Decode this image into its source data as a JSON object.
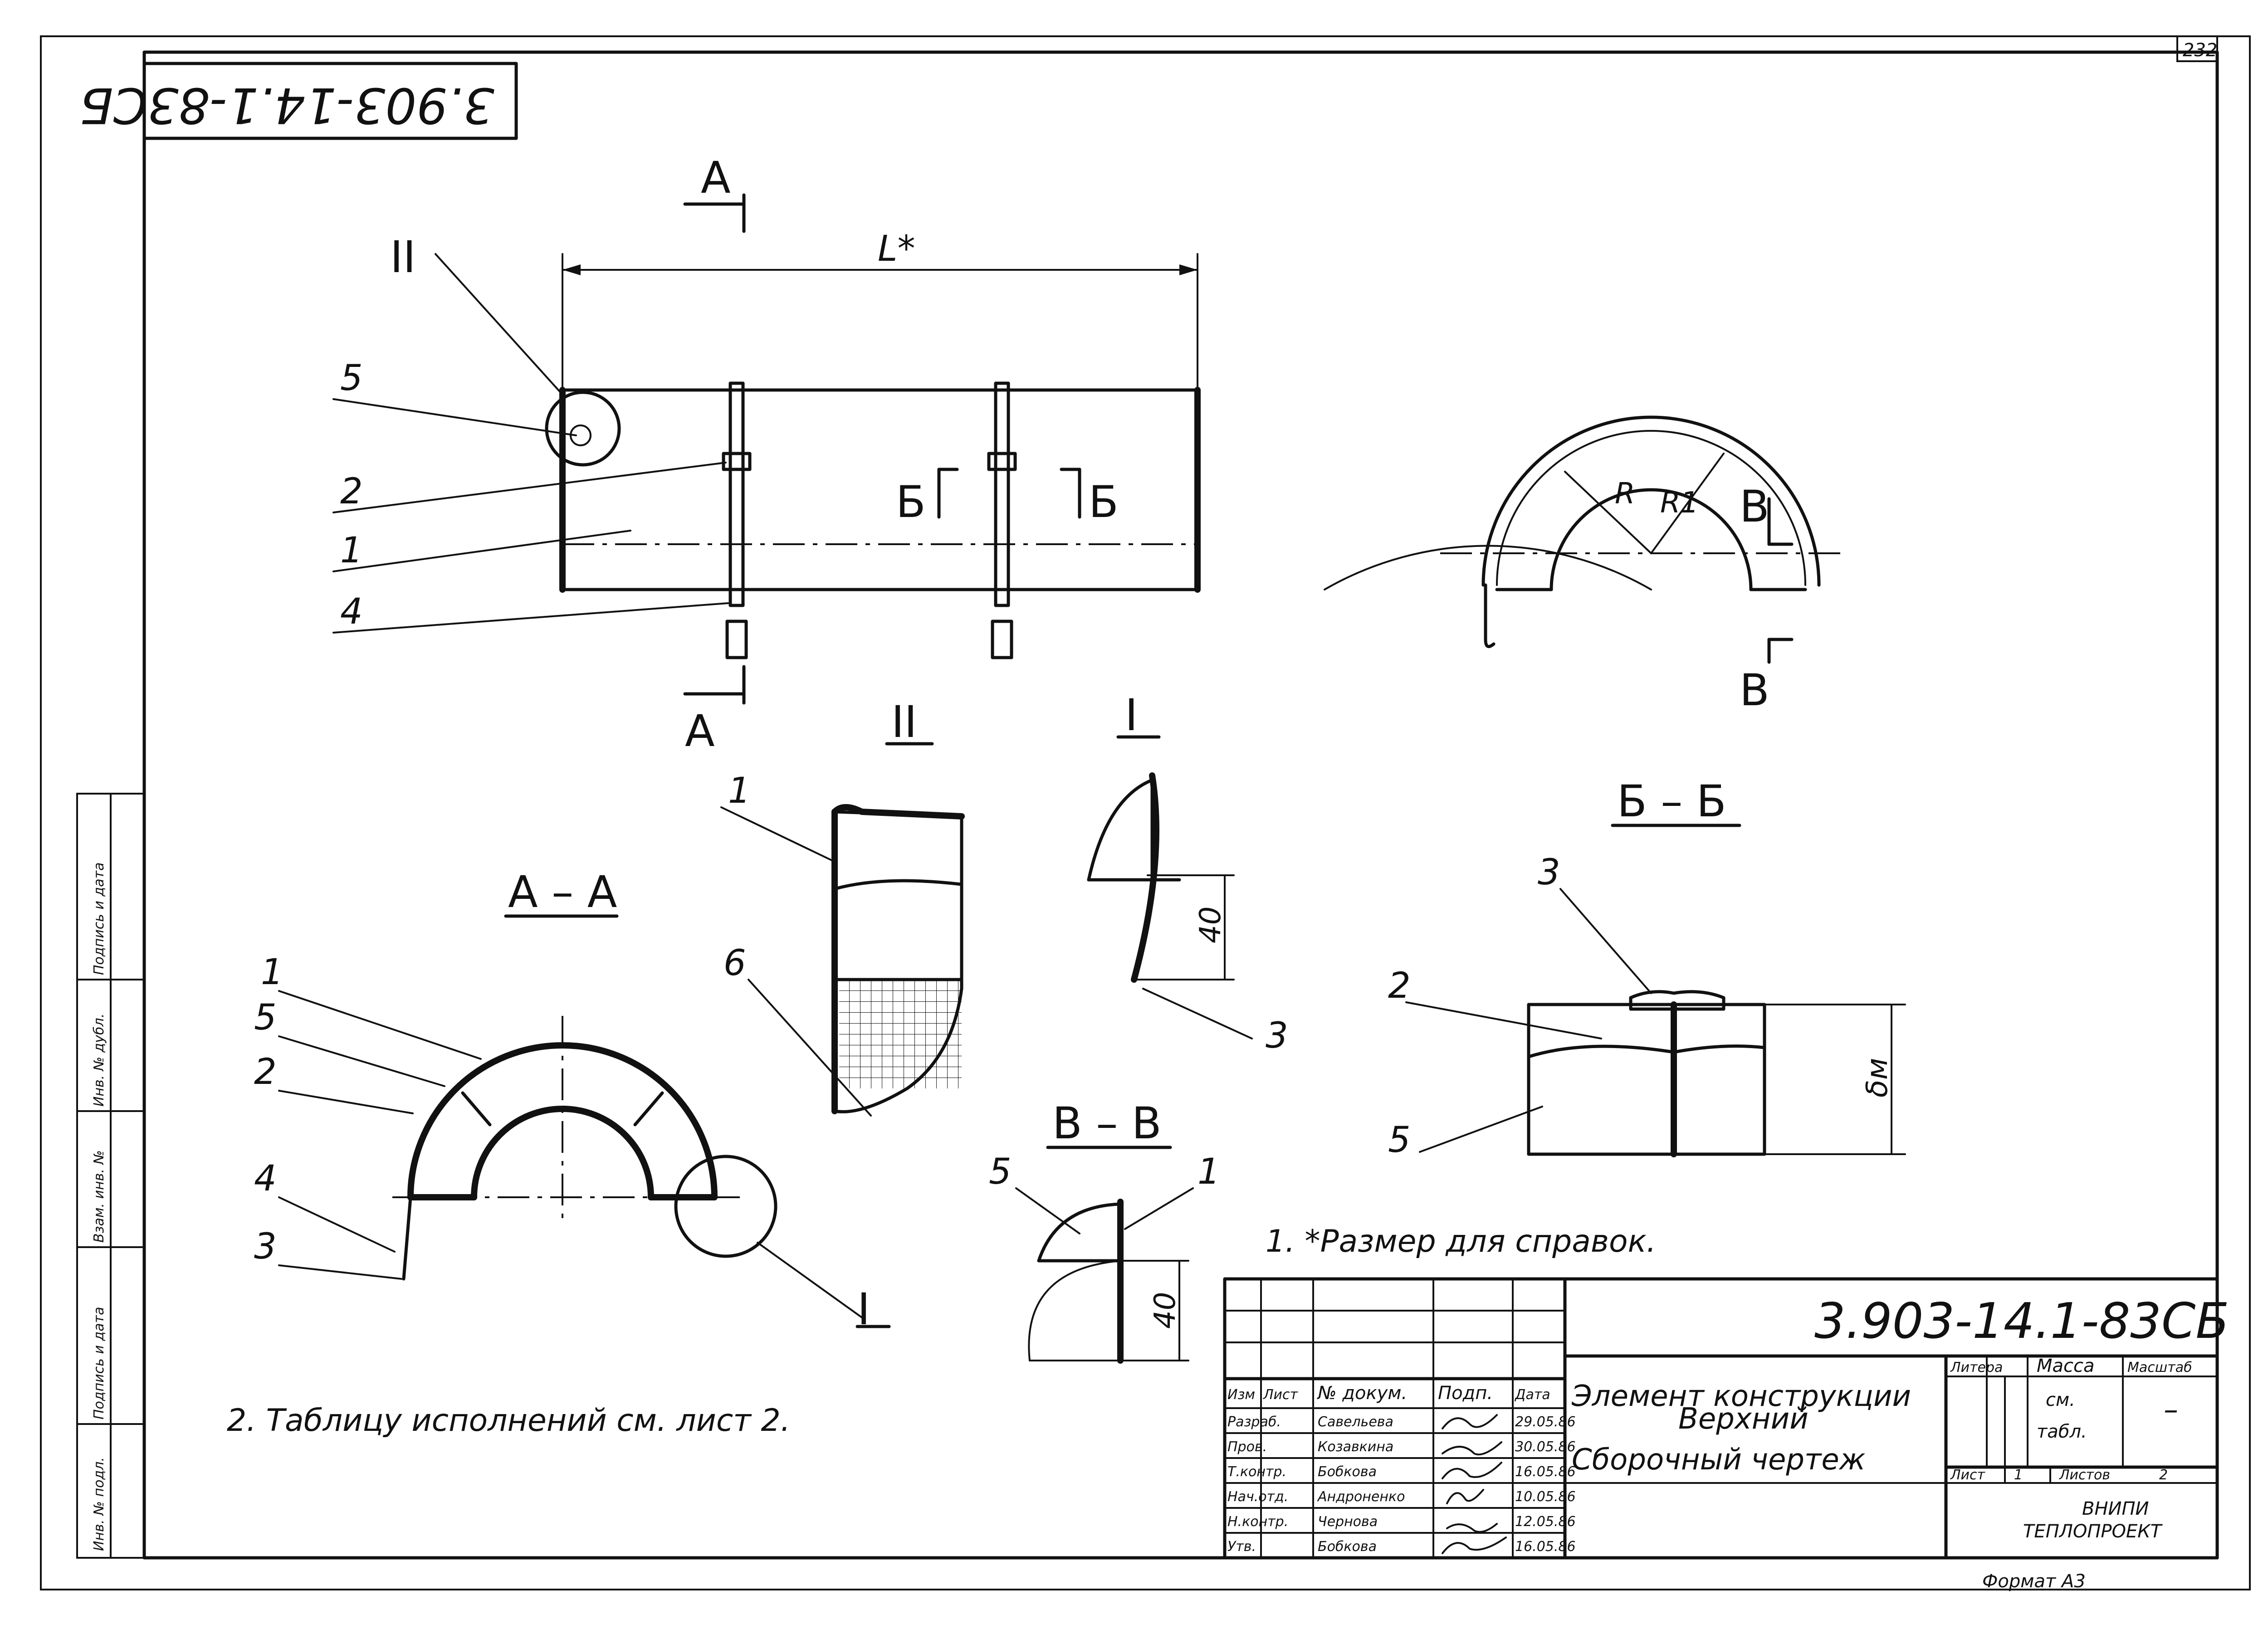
{
  "drawing": {
    "sheet_number": "232",
    "rotated_designation": "3.903-14.1-83СБ",
    "designation": "3.903-14.1-83СБ",
    "format": "Формат А3"
  },
  "views": {
    "main_length": "L*",
    "section_a": "А",
    "section_b": "Б",
    "section_v": "В",
    "detail_1": "I",
    "detail_2": "II",
    "aa_title": "А – А",
    "bb_title": "Б – Б",
    "vv_title": "В – В",
    "dim_40_a": "40",
    "dim_40_b": "40",
    "dim_delta": "δм",
    "radius_r": "R",
    "radius_r1": "R1"
  },
  "callouts": {
    "main": [
      "5",
      "2",
      "1",
      "4"
    ],
    "aa": [
      "1",
      "5",
      "2",
      "4",
      "3"
    ],
    "det2": [
      "1",
      "6"
    ],
    "det1": [
      "3"
    ],
    "bb": [
      "3",
      "2",
      "5"
    ],
    "vv": [
      "5",
      "1"
    ]
  },
  "notes": {
    "note1": "1. *Размер для справок.",
    "note2": "2. Таблицу исполнений см. лист 2."
  },
  "left_strip": [
    "Инв. № подл.",
    "Подпись и дата",
    "Взам. инв. №",
    "Инв. № дубл.",
    "Подпись и дата"
  ],
  "title_block": {
    "header": [
      "Изм",
      "Лист",
      "№ докум.",
      "Подп.",
      "Дата"
    ],
    "rows": [
      {
        "role": "Разраб.",
        "name": "Савельева",
        "date": "29.05.86"
      },
      {
        "role": "Пров.",
        "name": "Козавкина",
        "date": "30.05.86"
      },
      {
        "role": "Т.контр.",
        "name": "Бобкова",
        "date": "16.05.86"
      },
      {
        "role": "Нач.отд.",
        "name": "Андроненко",
        "date": "10.05.86"
      },
      {
        "role": "Н.контр.",
        "name": "Чернова",
        "date": "12.05.86"
      },
      {
        "role": "Утв.",
        "name": "Бобкова",
        "date": "16.05.86"
      }
    ],
    "title_line1": "Элемент конструкции",
    "title_line2": "Верхний",
    "doc_type": "Сборочный чертеж",
    "col_litera": "Литера",
    "col_mass": "Масса",
    "col_scale": "Масштаб",
    "mass_value1": "см.",
    "mass_value2": "табл.",
    "scale_value": "–",
    "sheet_label": "Лист",
    "sheet_value": "1",
    "sheets_label": "Листов",
    "sheets_value": "2",
    "org_line1": "ВНИПИ",
    "org_line2": "ТЕПЛОПРОЕКТ"
  }
}
